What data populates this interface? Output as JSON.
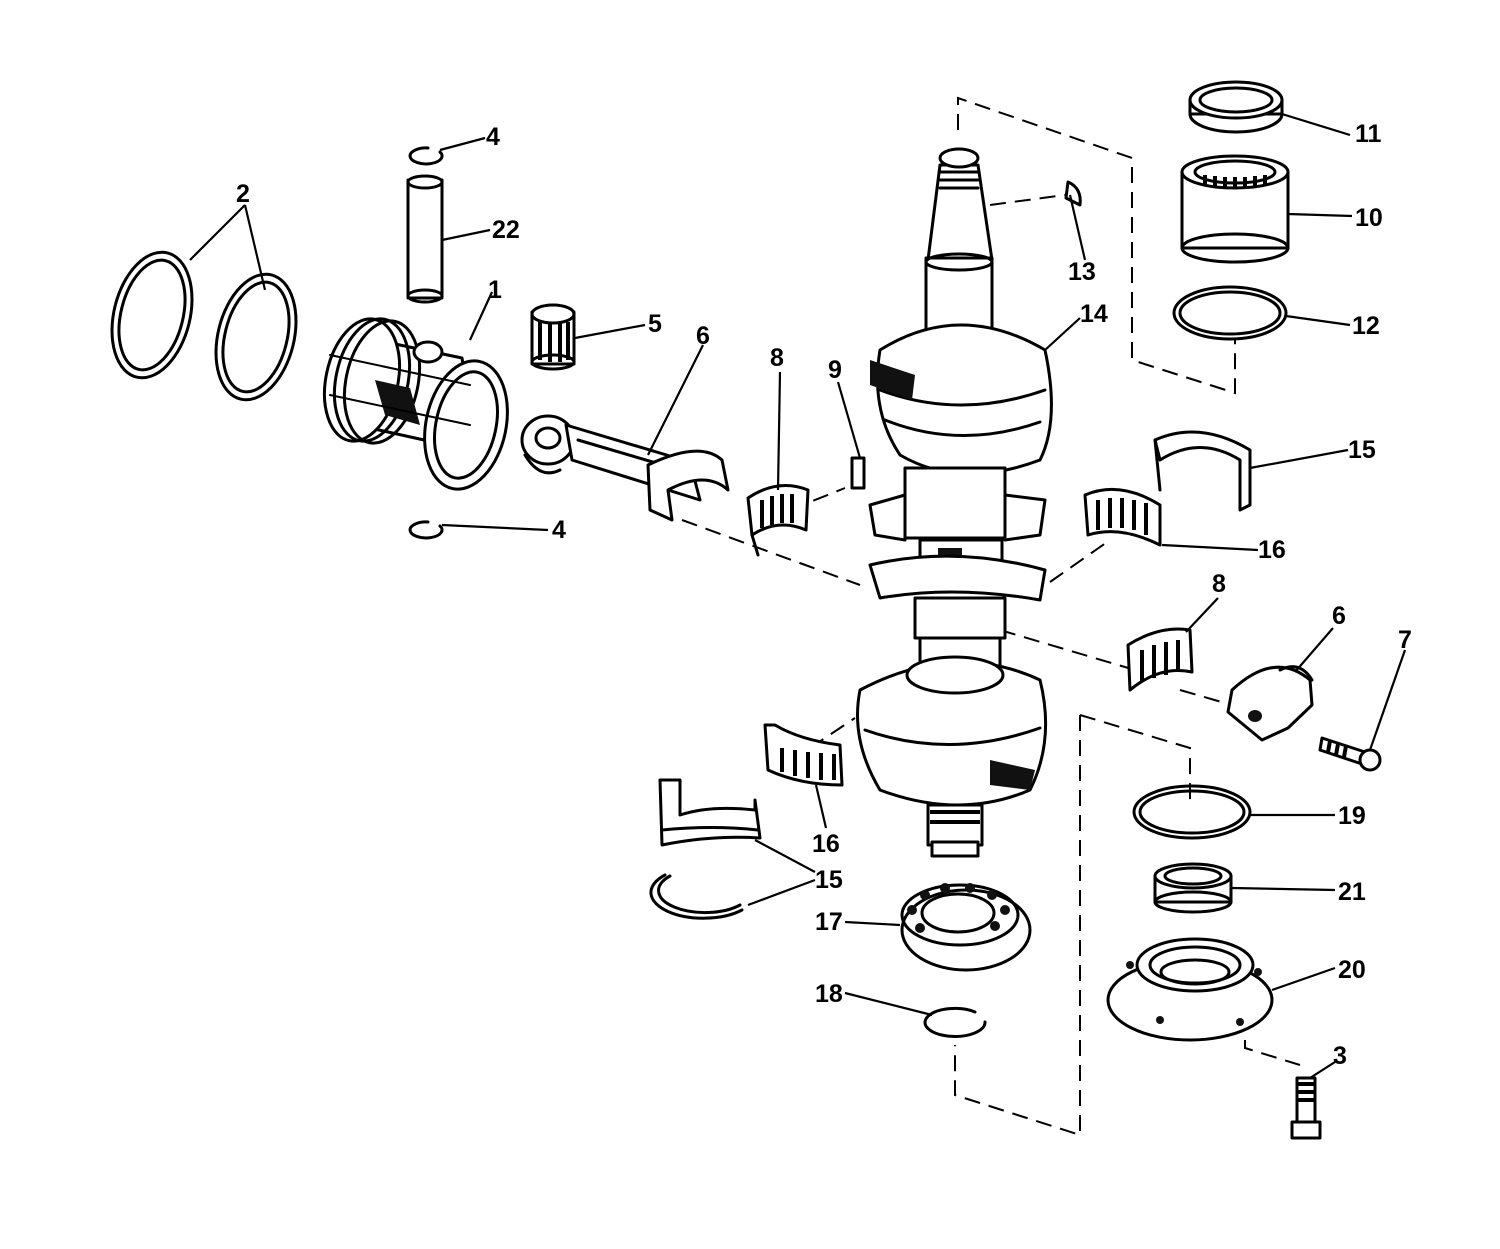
{
  "callouts": [
    {
      "id": "c1",
      "text": "1"
    },
    {
      "id": "c2",
      "text": "2"
    },
    {
      "id": "c3",
      "text": "3"
    },
    {
      "id": "c4a",
      "text": "4"
    },
    {
      "id": "c4b",
      "text": "4"
    },
    {
      "id": "c5",
      "text": "5"
    },
    {
      "id": "c6a",
      "text": "6"
    },
    {
      "id": "c6b",
      "text": "6"
    },
    {
      "id": "c7",
      "text": "7"
    },
    {
      "id": "c8a",
      "text": "8"
    },
    {
      "id": "c8b",
      "text": "8"
    },
    {
      "id": "c9",
      "text": "9"
    },
    {
      "id": "c10",
      "text": "10"
    },
    {
      "id": "c11",
      "text": "11"
    },
    {
      "id": "c12",
      "text": "12"
    },
    {
      "id": "c13",
      "text": "13"
    },
    {
      "id": "c14",
      "text": "14"
    },
    {
      "id": "c15a",
      "text": "15"
    },
    {
      "id": "c15b",
      "text": "15"
    },
    {
      "id": "c16a",
      "text": "16"
    },
    {
      "id": "c16b",
      "text": "16"
    },
    {
      "id": "c17",
      "text": "17"
    },
    {
      "id": "c18",
      "text": "18"
    },
    {
      "id": "c19",
      "text": "19"
    },
    {
      "id": "c20",
      "text": "20"
    },
    {
      "id": "c21",
      "text": "21"
    },
    {
      "id": "c22",
      "text": "22"
    }
  ]
}
